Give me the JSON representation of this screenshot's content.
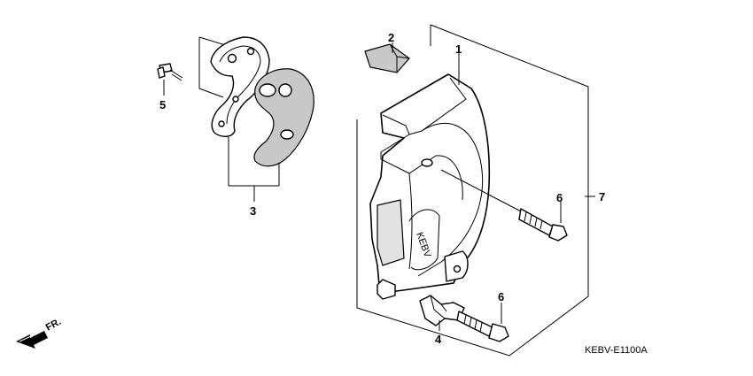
{
  "callouts": {
    "c1": "1",
    "c2": "2",
    "c3": "3",
    "c4": "4",
    "c5": "5",
    "c6a": "6",
    "c6b": "6",
    "c7": "7"
  },
  "direction_label": "FR.",
  "diagram_code": "KEBV-E1100A",
  "cover_imprint": "KEBV",
  "icons": {
    "direction": "front-direction-arrow-icon"
  }
}
